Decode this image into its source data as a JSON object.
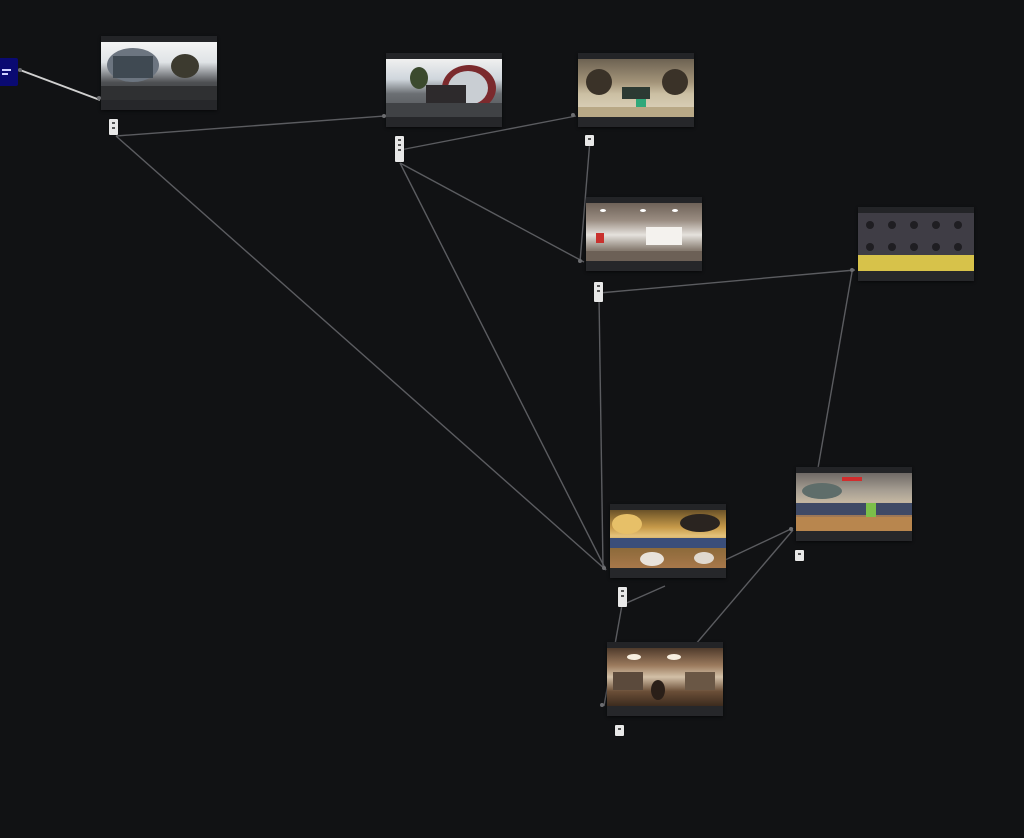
{
  "canvas": {
    "background": "#111214",
    "edge_color": "#5b5c60",
    "active_edge_color": "#d0d0d0"
  },
  "start_node": {
    "icon": "start-icon",
    "color": "#0a0a72"
  },
  "nodes": [
    {
      "id": "n1",
      "thumbnail": "outdoor-panorama-building"
    },
    {
      "id": "n2",
      "thumbnail": "outdoor-panorama-crowd"
    },
    {
      "id": "n3",
      "thumbnail": "indoor-hall-panorama"
    },
    {
      "id": "n4",
      "thumbnail": "indoor-room-panorama"
    },
    {
      "id": "n5",
      "thumbnail": "panel-speakers-yellow"
    },
    {
      "id": "n6",
      "thumbnail": "indoor-market-panorama"
    },
    {
      "id": "n7",
      "thumbnail": "indoor-market-panorama-2"
    },
    {
      "id": "n8",
      "thumbnail": "indoor-shop-panorama"
    }
  ]
}
